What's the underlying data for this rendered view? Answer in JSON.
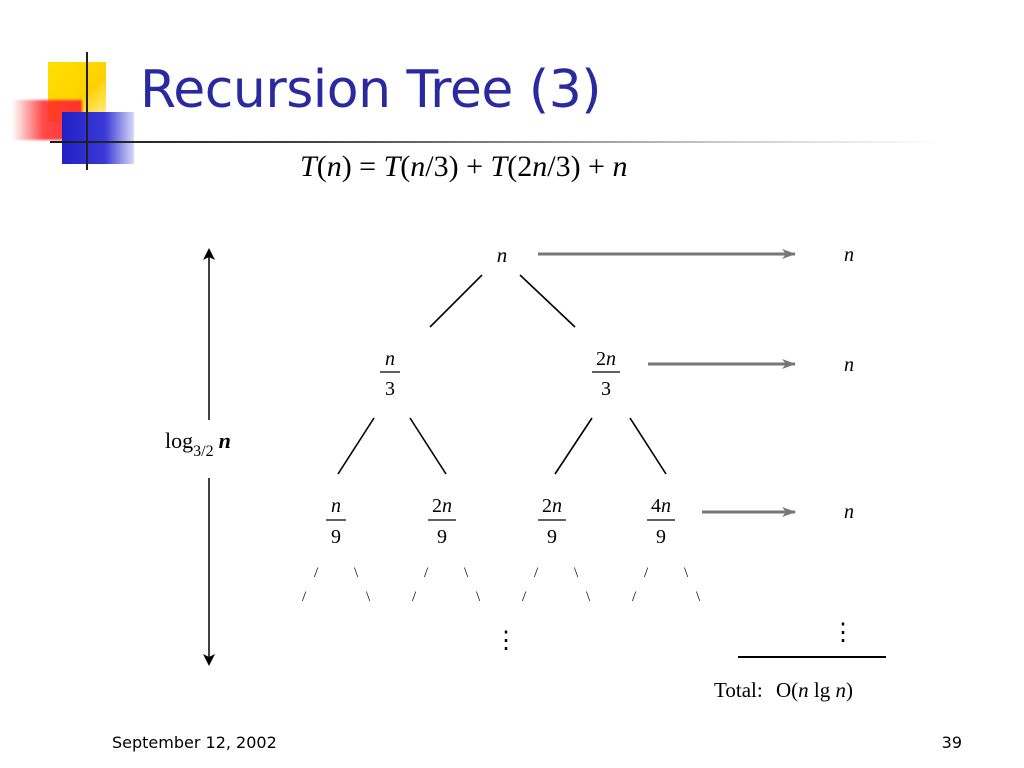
{
  "slide": {
    "title": "Recursion Tree (3)",
    "equation": "T(n) = T(n/3) + T(2n/3) + n",
    "footer_date": "September 12, 2002",
    "page_number": "39",
    "title_color": "#2a2aa0"
  },
  "tree": {
    "height_label_base": "log",
    "height_label_sub": "3/2",
    "height_label_var": "n",
    "root": "n",
    "level1": [
      {
        "num": "n",
        "den": "3"
      },
      {
        "num": "2n",
        "den": "3"
      }
    ],
    "level2": [
      {
        "num": "n",
        "den": "9"
      },
      {
        "num": "2n",
        "den": "9"
      },
      {
        "num": "2n",
        "den": "9"
      },
      {
        "num": "4n",
        "den": "9"
      }
    ],
    "level_costs": [
      "n",
      "n",
      "n"
    ],
    "dots": "⋮",
    "total_label": "Total:",
    "total_value": "O(n lg n)",
    "edge_glyph_left": "/",
    "edge_glyph_right": "\\"
  }
}
